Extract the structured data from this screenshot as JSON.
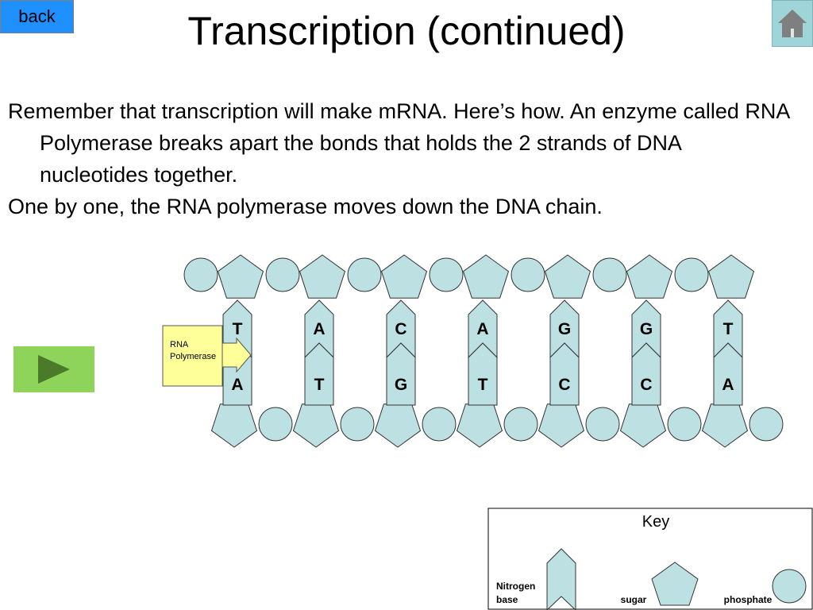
{
  "nav": {
    "back_label": "back"
  },
  "title": "Transcription (continued)",
  "paragraphs": [
    "Remember that transcription will make mRNA. Here’s how. An enzyme called RNA Polymerase breaks apart the bonds that holds the 2 strands of DNA nucleotides together.",
    "One by one, the RNA polymerase moves down the DNA chain."
  ],
  "diagram": {
    "top_bases": [
      "T",
      "A",
      "C",
      "A",
      "G",
      "G",
      "T"
    ],
    "bottom_bases": [
      "A",
      "T",
      "G",
      "T",
      "C",
      "C",
      "A"
    ],
    "polymerase_label_line1": "RNA",
    "polymerase_label_line2": "Polymerase"
  },
  "key": {
    "title": "Key",
    "nitrogen_line1": "Nitrogen",
    "nitrogen_line2": "base",
    "sugar": "sugar",
    "phosphate": "phosphate"
  },
  "colors": {
    "molecule_fill": "#bde0e3",
    "back_button": "#1e90ff",
    "home_button": "#9fd4d8",
    "play_button": "#8fd45a",
    "play_arrow": "#4a7a2a",
    "polymerase_fill": "#ffff99"
  },
  "icons": {
    "home": "home-icon",
    "play": "play-icon"
  }
}
